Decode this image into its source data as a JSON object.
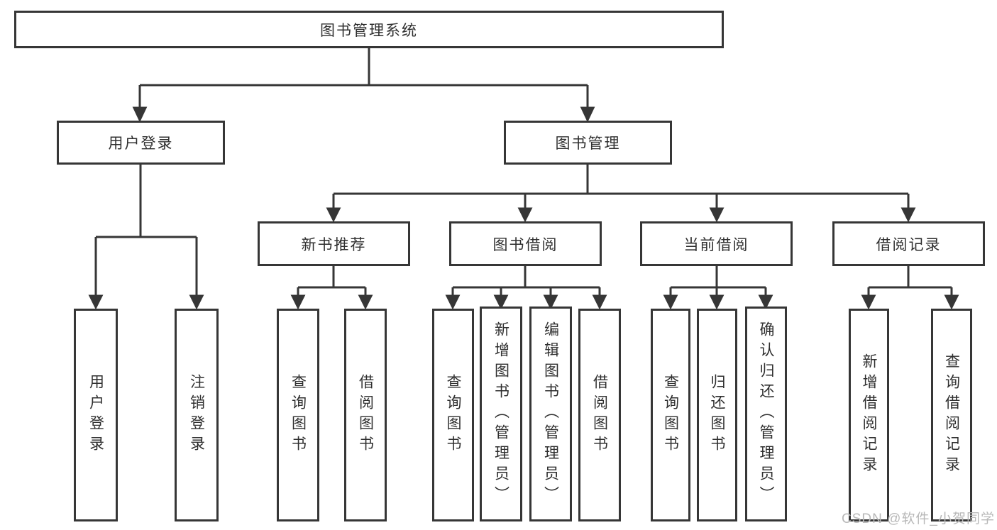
{
  "tree": {
    "root": "图书管理系统",
    "branches": [
      {
        "label": "用户登录",
        "children": [
          "用户登录",
          "注销登录"
        ]
      },
      {
        "label": "图书管理",
        "groups": [
          {
            "label": "新书推荐",
            "children": [
              "查询图书",
              "借阅图书"
            ]
          },
          {
            "label": "图书借阅",
            "children": [
              "查询图书",
              "新增图书（管理员）",
              "编辑图书（管理员）",
              "借阅图书"
            ]
          },
          {
            "label": "当前借阅",
            "children": [
              "查询图书",
              "归还图书",
              "确认归还（管理员）"
            ]
          },
          {
            "label": "借阅记录",
            "children": [
              "新增借阅记录",
              "查询借阅记录"
            ]
          }
        ]
      }
    ]
  },
  "watermark": "CSDN @软件_小贺同学",
  "colors": {
    "line": "#363636",
    "box_border": "#363636",
    "text": "#2f2f2f",
    "watermark": "#b8b8b8",
    "background": "#ffffff"
  }
}
